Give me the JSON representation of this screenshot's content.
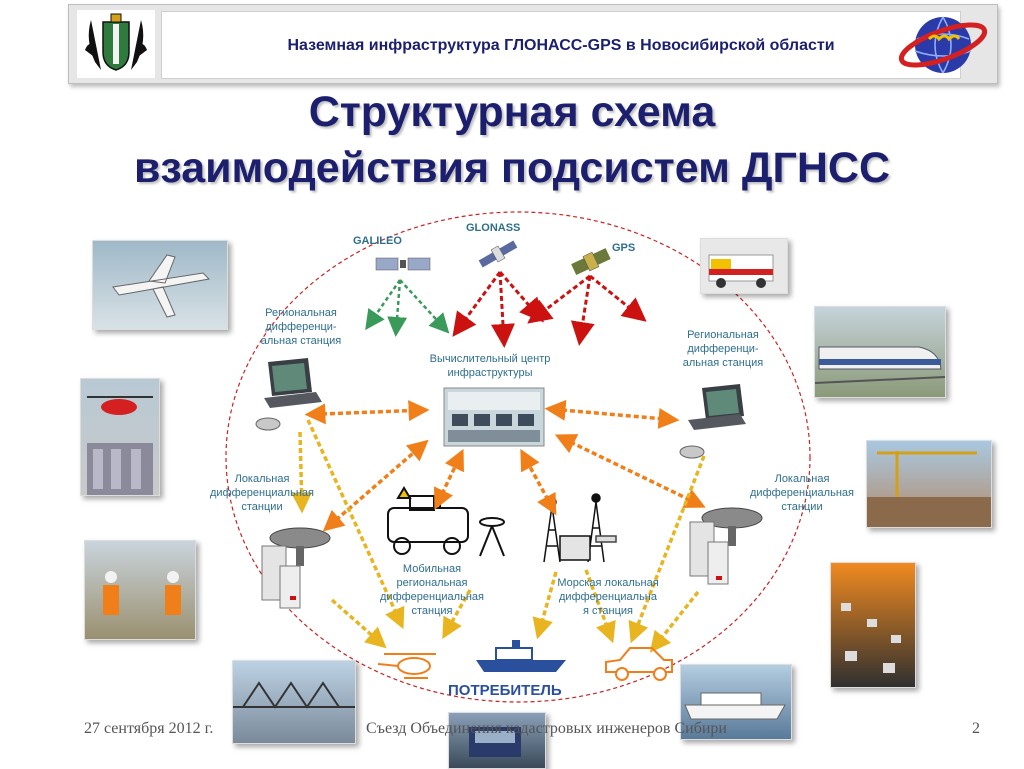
{
  "header": {
    "text": "Наземная инфраструктура ГЛОНАСС-GPS  в Новосибирской области"
  },
  "title": {
    "line1": "Структурная схема",
    "line2": "взаимодействия подсистем ДГНСС"
  },
  "satellites": {
    "galileo": "GALILEO",
    "glonass": "GLONASS",
    "gps": "GPS"
  },
  "nodes": {
    "regional_left": [
      "Региональная",
      "дифференци-",
      "альная станция"
    ],
    "center": [
      "Вычислительный центр",
      "инфраструктуры"
    ],
    "regional_right": [
      "Региональная",
      "дифференци-",
      "альная станция"
    ],
    "local_left": [
      "Локальная",
      "дифференциальная",
      "станции"
    ],
    "local_right": [
      "Локальная",
      "дифференциальная",
      "станции"
    ],
    "mobile": [
      "Мобильная",
      "региональная",
      "дифференциальная",
      "станция"
    ],
    "marine": [
      "Морская локальная",
      "дифференциальна",
      "я станция"
    ]
  },
  "consumer": "ПОТРЕБИТЕЛЬ",
  "footer": {
    "date": "27 сентября 2012 г.",
    "event": "Съезд Объединения кадастровых инженеров Сибири",
    "page": "2"
  },
  "colors": {
    "title": "#1b1f6e",
    "label": "#2e6e8e",
    "red_arrow": "#cc1111",
    "green_arrow": "#3a9a5a",
    "orange_arrow": "#f07f1a",
    "yellow_arrow": "#e8b520",
    "ellipse": "#cc2222"
  }
}
